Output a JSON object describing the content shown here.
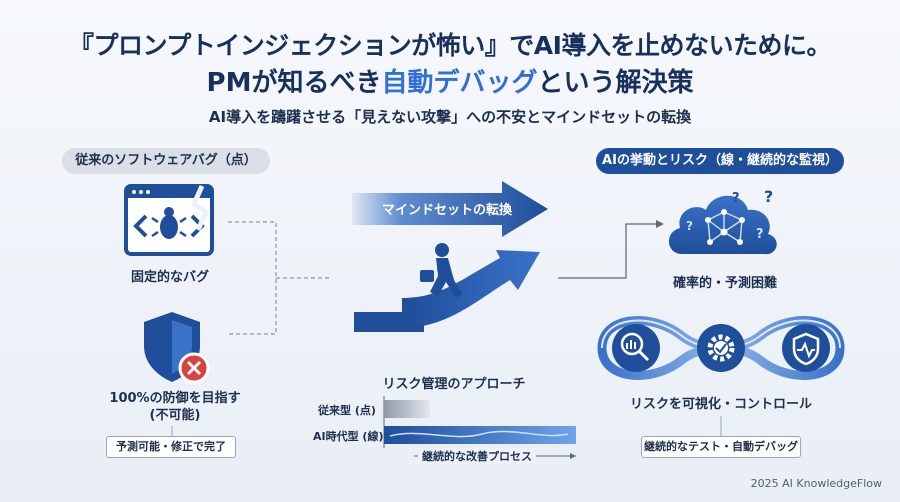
{
  "header": {
    "title_line1": "『プロンプトインジェクションが怖い』でAI導入を止めないために。",
    "title_line2_pre": "PMが知るべき",
    "title_line2_highlight": "自動デバッグ",
    "title_line2_post": "という解決策",
    "subtitle": "AI導入を躊躇させる「見えない攻撃」への不安とマインドセットの転換"
  },
  "left": {
    "pill": "従来のソフトウェアバグ（点）",
    "item1_label": "固定的なバグ",
    "item2_label_line1": "100%の防御を目指す",
    "item2_label_line2": "(不可能)",
    "tag": "予測可能・修正で完了"
  },
  "center": {
    "banner": "マインドセットの転換",
    "risk_title": "リスク管理のアプローチ",
    "row1": "従来型 (点)",
    "row2": "AI時代型 (線)",
    "footer": "継続的な改善プロセス"
  },
  "right": {
    "pill": "AIの挙動とリスク（線・継続的な監視）",
    "item1_label": "確率的・予測困難",
    "item2_label": "リスクを可視化・コントロール",
    "tag": "継続的なテスト・自動デバッグ"
  },
  "footer": {
    "copyright": "2025 AI KnowledgeFlow"
  },
  "colors": {
    "navy": "#17305c",
    "accent": "#2f6fd6",
    "pill_dark": "#1f4e9a",
    "danger": "#d94040"
  }
}
